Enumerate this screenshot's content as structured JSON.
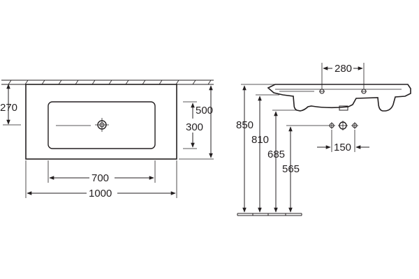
{
  "dimensions": {
    "top_view": {
      "d270": "270",
      "d500": "500",
      "d300": "300",
      "d700": "700",
      "d1000": "1000"
    },
    "side_view": {
      "d280": "280",
      "d850": "850",
      "d810": "810",
      "d685": "685",
      "d565": "565",
      "d150": "150"
    }
  },
  "colors": {
    "line": "#231f20",
    "background": "#ffffff"
  }
}
